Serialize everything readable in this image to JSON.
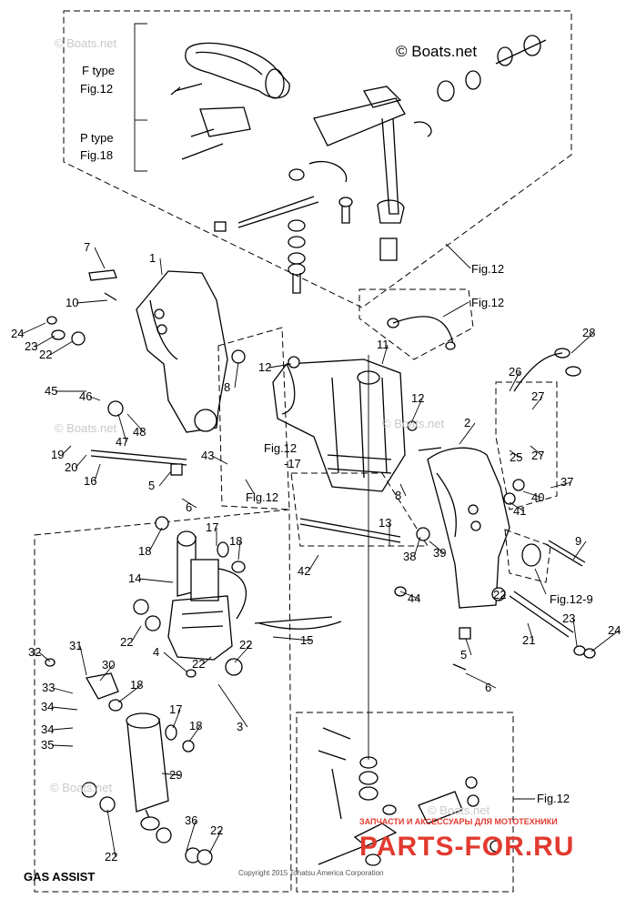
{
  "diagram": {
    "copyright": "© Boats.net",
    "types": [
      {
        "name": "F type",
        "figure": "Fig.12"
      },
      {
        "name": "P type",
        "figure": "Fig.18"
      }
    ],
    "fig_refs": [
      "Fig.12",
      "Fig.12",
      "Fig.12",
      "-17",
      "Fig.12",
      "Fig.12-9",
      "Fig.12"
    ],
    "gas_assist_label": "GAS ASSIST",
    "footer": "Copyright 2015 Tohatsu America Corporation",
    "shop_tagline": "ЗАПЧАСТИ И АКСЕССУАРЫ ДЛЯ МОТОТЕХНИКИ",
    "shop_name": "PARTS-FOR.RU",
    "callouts": [
      {
        "label": "7"
      },
      {
        "label": "1"
      },
      {
        "label": "10"
      },
      {
        "label": "24"
      },
      {
        "label": "23"
      },
      {
        "label": "22"
      },
      {
        "label": "45"
      },
      {
        "label": "46"
      },
      {
        "label": "47"
      },
      {
        "label": "48"
      },
      {
        "label": "19"
      },
      {
        "label": "20"
      },
      {
        "label": "16"
      },
      {
        "label": "8"
      },
      {
        "label": "12"
      },
      {
        "label": "11"
      },
      {
        "label": "12"
      },
      {
        "label": "43"
      },
      {
        "label": "5"
      },
      {
        "label": "6"
      },
      {
        "label": "8"
      },
      {
        "label": "28"
      },
      {
        "label": "26"
      },
      {
        "label": "27"
      },
      {
        "label": "2"
      },
      {
        "label": "25"
      },
      {
        "label": "27"
      },
      {
        "label": "37"
      },
      {
        "label": "40"
      },
      {
        "label": "41"
      },
      {
        "label": "13"
      },
      {
        "label": "38"
      },
      {
        "label": "39"
      },
      {
        "label": "9"
      },
      {
        "label": "42"
      },
      {
        "label": "44"
      },
      {
        "label": "17"
      },
      {
        "label": "18"
      },
      {
        "label": "18"
      },
      {
        "label": "14"
      },
      {
        "label": "22"
      },
      {
        "label": "22"
      },
      {
        "label": "15"
      },
      {
        "label": "4"
      },
      {
        "label": "22"
      },
      {
        "label": "3"
      },
      {
        "label": "22"
      },
      {
        "label": "21"
      },
      {
        "label": "23"
      },
      {
        "label": "24"
      },
      {
        "label": "5"
      },
      {
        "label": "6"
      },
      {
        "label": "32"
      },
      {
        "label": "31"
      },
      {
        "label": "30"
      },
      {
        "label": "33"
      },
      {
        "label": "18"
      },
      {
        "label": "34"
      },
      {
        "label": "17"
      },
      {
        "label": "34"
      },
      {
        "label": "35"
      },
      {
        "label": "18"
      },
      {
        "label": "29"
      },
      {
        "label": "36"
      },
      {
        "label": "22"
      },
      {
        "label": "22"
      }
    ]
  }
}
